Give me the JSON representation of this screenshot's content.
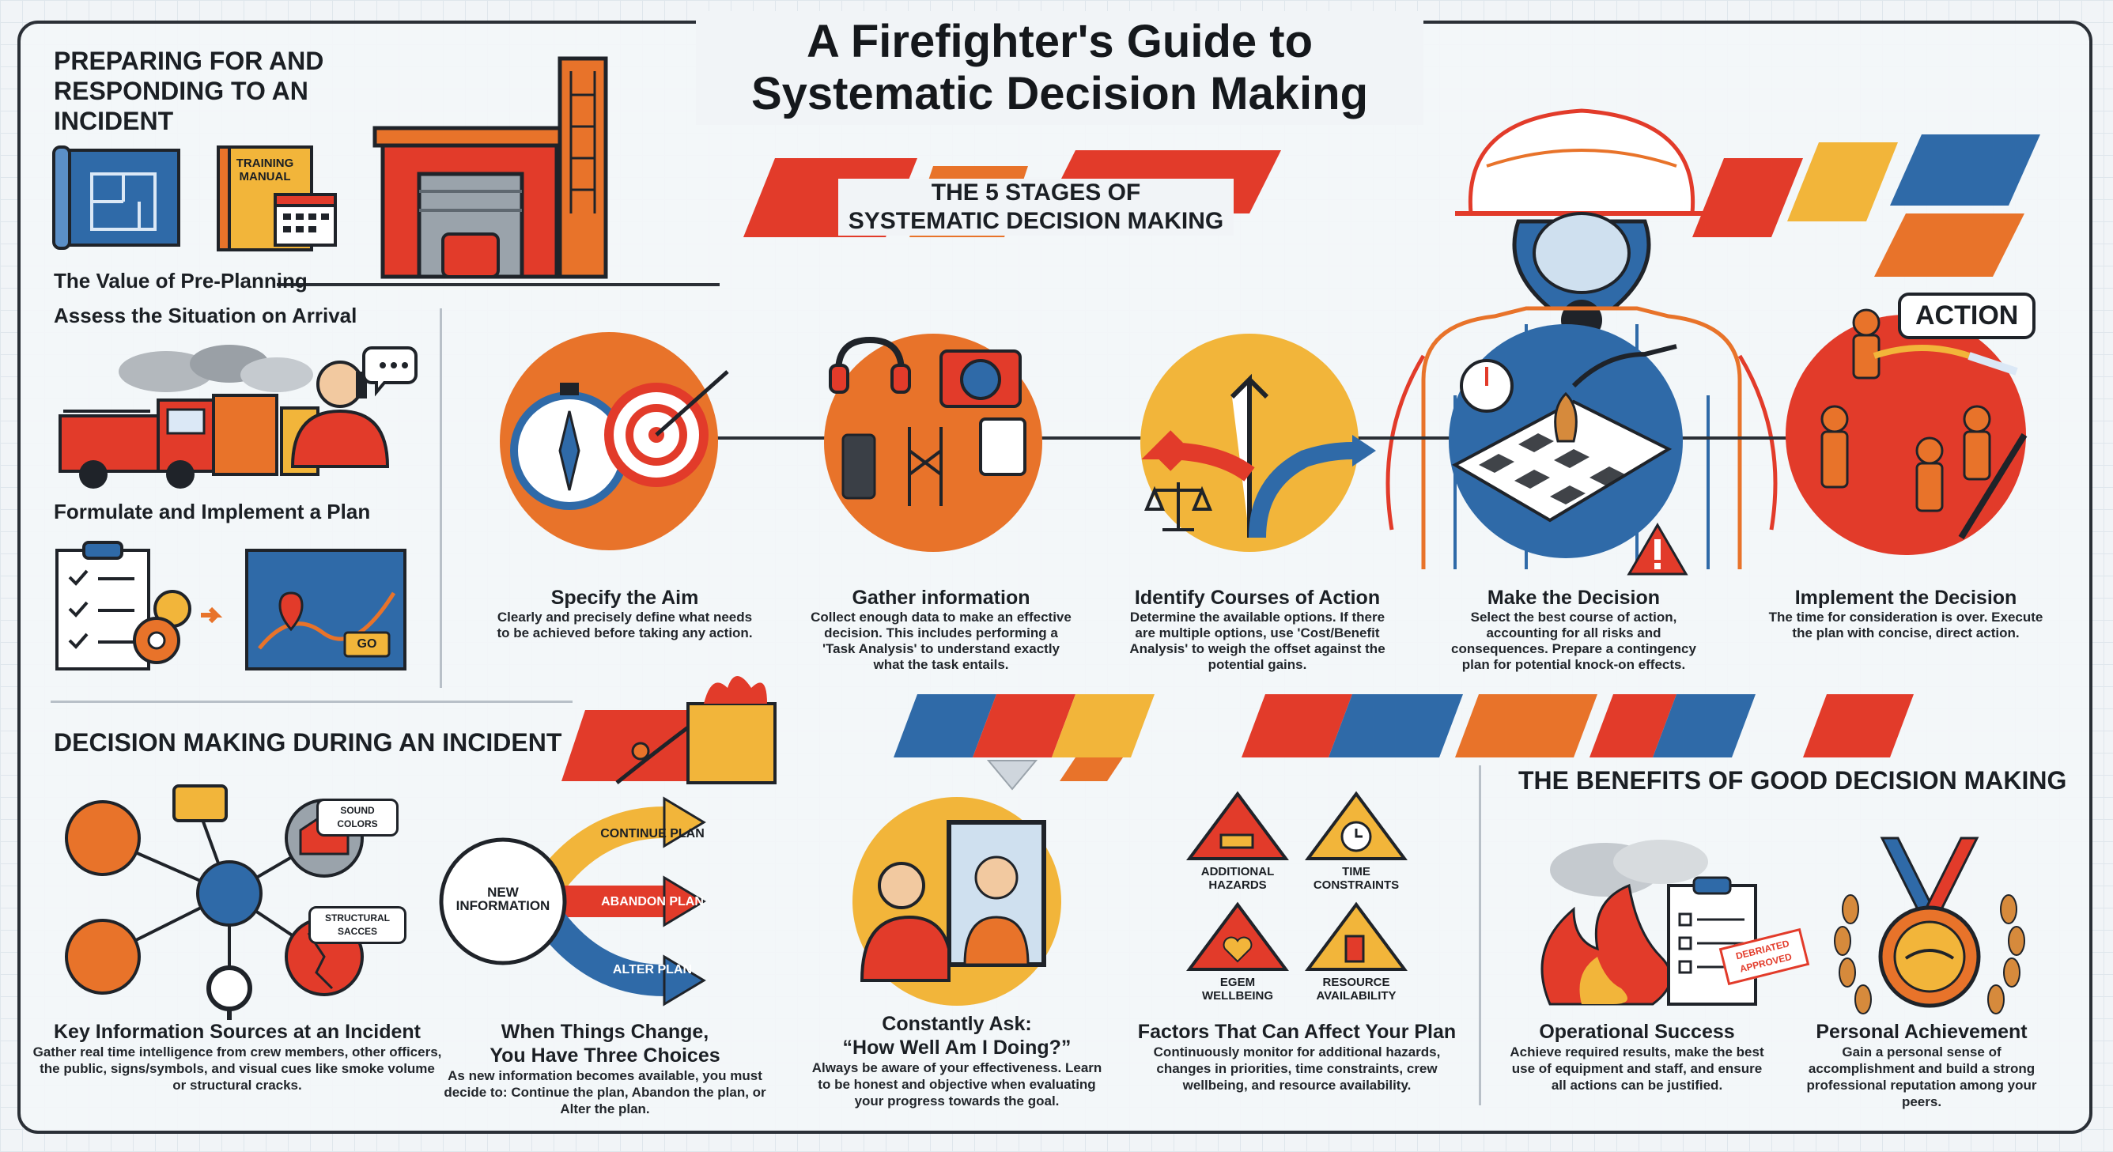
{
  "header": {
    "title_line1": "A Firefighter's Guide to",
    "title_line2": "Systematic Decision Making"
  },
  "left": {
    "section_title_line1": "PREPARING FOR AND",
    "section_title_line2": "RESPONDING TO AN INCIDENT",
    "training_manual_line1": "TRAINING",
    "training_manual_line2": "MANUAL",
    "pre_planning": "The Value of Pre-Planning",
    "assess": "Assess the Situation on Arrival",
    "formulate": "Formulate and Implement a Plan",
    "go_label": "GO"
  },
  "stages": {
    "heading_line1": "THE 5 STAGES OF",
    "heading_line2": "SYSTEMATIC DECISION MAKING",
    "action_label": "ACTION",
    "items": [
      {
        "title": "Specify the Aim",
        "desc": "Clearly and precisely define what needs to be achieved before taking any action."
      },
      {
        "title": "Gather information",
        "desc": "Collect enough data to make an effective decision. This includes performing a 'Task Analysis' to understand exactly what the task entails."
      },
      {
        "title": "Identify Courses of Action",
        "desc": "Determine the available options. If there are multiple options, use 'Cost/Benefit Analysis' to weigh the offset against the potential gains."
      },
      {
        "title": "Make the Decision",
        "desc": "Select the best course of action, accounting for all risks and consequences. Prepare a contingency plan for potential knock-on effects."
      },
      {
        "title": "Implement the Decision",
        "desc": "The time for consideration is over. Execute the plan with concise, direct action."
      }
    ]
  },
  "during": {
    "section_title": "DECISION MAKING DURING AN INCIDENT",
    "bubble_top": "SOUND COLORS",
    "bubble_bottom": "STRUCTURAL SACCES",
    "key_sources_title": "Key Information Sources at an Incident",
    "key_sources_desc": "Gather real time intelligence from crew members, other officers, the public, signs/symbols, and visual cues like smoke volume or structural cracks.",
    "new_info": "NEW INFORMATION",
    "choice_1": "CONTINUE PLAN",
    "choice_2": "ABANDON PLAN",
    "choice_3": "ALTER PLAN",
    "three_choices_title_line1": "When Things Change,",
    "three_choices_title_line2": "You Have Three Choices",
    "three_choices_desc": "As new information becomes available, you must decide to: Continue the plan, Abandon the plan, or Alter the plan.",
    "ask_title_line1": "Constantly Ask:",
    "ask_title_line2": "“How Well Am I Doing?”",
    "ask_desc": "Always be aware of your effectiveness. Learn to be honest and objective when evaluating your progress towards the goal.",
    "factors": [
      {
        "line1": "ADDITIONAL",
        "line2": "HAZARDS"
      },
      {
        "line1": "TIME",
        "line2": "CONSTRAINTS"
      },
      {
        "line1": "EGEM",
        "line2": "WELLBEING"
      },
      {
        "line1": "RESOURCE",
        "line2": "AVAILABILITY"
      }
    ],
    "factors_title": "Factors That Can Affect Your Plan",
    "factors_desc": "Continuously monitor for additional hazards, changes in priorities, time constraints, crew wellbeing, and resource availability."
  },
  "benefits": {
    "section_title": "THE BENEFITS OF GOOD DECISION MAKING",
    "stamp": "DEBRIATED APPROVED",
    "op_title": "Operational Success",
    "op_desc": "Achieve required results, make the best use of equipment and staff, and ensure all actions can be justified.",
    "pa_title": "Personal Achievement",
    "pa_desc": "Gain a personal sense of accomplishment and build a strong professional reputation among your peers."
  },
  "colors": {
    "red": "#e23b2a",
    "orange": "#e8732a",
    "yellow": "#f2b53a",
    "blue": "#2f6aa8",
    "dark": "#1f2329"
  }
}
